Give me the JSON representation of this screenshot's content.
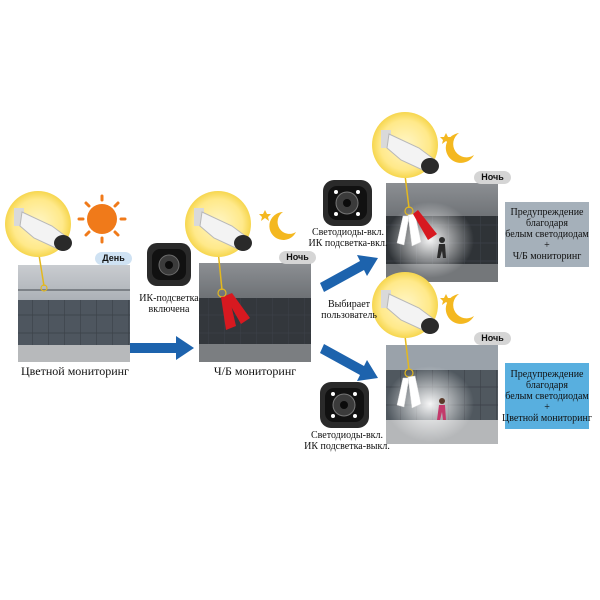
{
  "colors": {
    "day_badge": "#cfe2f3",
    "night_badge": "#d5d5d5",
    "box_bw": "#a5b0ba",
    "box_color": "#58afdf",
    "arrow": "#1d63ad",
    "sun": "#f07a1a",
    "moon": "#f4b820",
    "ir_beam": "#d71920"
  },
  "panel_day": {
    "badge": "День",
    "caption": "Цветной мониторинг",
    "icon": "sun-icon"
  },
  "panel_night": {
    "badge": "Ночь",
    "caption": "Ч/Б мониторинг",
    "icon": "moon-icon"
  },
  "ir_note": {
    "line1": "ИК-подсветка",
    "line2": "включена"
  },
  "user_select": {
    "line1": "Выбирает",
    "line2": "пользователь"
  },
  "top_option": {
    "led_line1": "Светодиоды-вкл.",
    "led_line2": "ИК подсветка-вкл.",
    "badge": "Ночь",
    "box_lines": [
      "Предупреждение",
      "благодаря",
      "белым светодиодам",
      "+",
      "Ч/Б мониторинг"
    ]
  },
  "bottom_option": {
    "led_line1": "Светодиоды-вкл.",
    "led_line2": "ИК подсветка-выкл.",
    "badge": "Ночь",
    "box_lines": [
      "Предупреждение",
      "благодаря",
      "белым светодиодам",
      "+",
      "Цветной мониторинг"
    ]
  }
}
